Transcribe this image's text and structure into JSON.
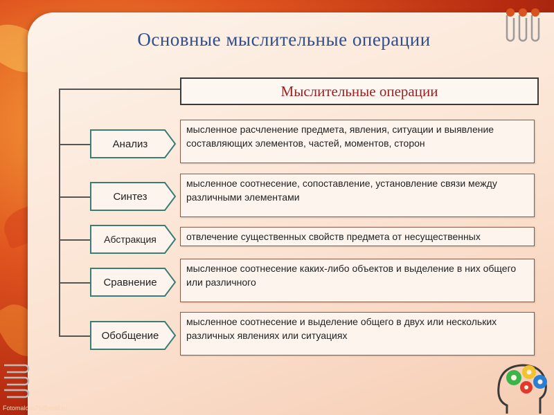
{
  "title": "Основные мыслительные операции",
  "header": "Мыслительные операции",
  "operations": [
    {
      "name": "Анализ",
      "description": "мысленное расчленение предмета, явления, ситуации и выявление составляющих элементов, частей, моментов, сторон"
    },
    {
      "name": "Синтез",
      "description": "мысленное соотнесение, сопоставление, установление связи между различными элементами"
    },
    {
      "name": "Абстракция",
      "description": "отвлечение существенных свойств предмета от несущественных"
    },
    {
      "name": "Сравнение",
      "description": "мысленное соотнесение каких-либо объектов и выделение в них общего или различного"
    },
    {
      "name": "Обобщение",
      "description": "мысленное соотнесение и выделение общего в двух или нескольких различных явлениях или ситуациях"
    }
  ],
  "footer": "Fotomalovs76@mail.ru",
  "colors": {
    "title": "#2f4f8f",
    "header_text": "#9b1f1f",
    "arrow_border": "#3a7d74"
  }
}
